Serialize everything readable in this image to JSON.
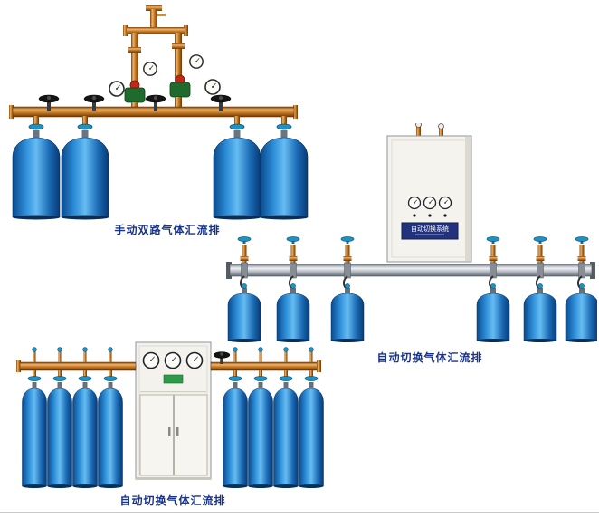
{
  "page": {
    "background": "#ffffff"
  },
  "colors": {
    "page_bg": "#ffffff",
    "caption_text": "#17338a",
    "cylinder_blue": "#1272c4",
    "brass": "#c8822a",
    "cabinet_panel": "#f3f2ed",
    "label_plate": "#23327c"
  },
  "products": {
    "manual_double": {
      "caption": "手动双路气体汇流排"
    },
    "auto_switch_wall": {
      "caption": "自动切换气体汇流排",
      "cabinet_label": "自动切换系统"
    },
    "auto_switch_floor": {
      "caption": "自动切换气体汇流排"
    }
  }
}
